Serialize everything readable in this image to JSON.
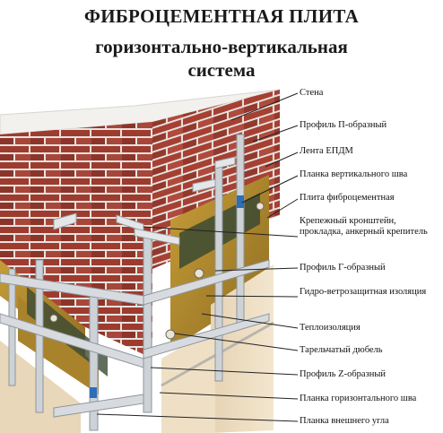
{
  "title": {
    "line1": "ФИБРОЦЕМЕНТНАЯ ПЛИТА",
    "line2": "горизонтально-вертикальная",
    "line3": "система"
  },
  "labels": [
    {
      "id": "wall",
      "text": "Стена"
    },
    {
      "id": "profile-p",
      "text": "Профиль П-образный"
    },
    {
      "id": "epdm-tape",
      "text": "Лента ЕПДМ"
    },
    {
      "id": "vertical-seam-strip",
      "text": "Планка вертикального шва"
    },
    {
      "id": "fiber-cement-panel",
      "text": "Плита фиброцементная"
    },
    {
      "id": "bracket",
      "text": "Крепежный кронштейн, прокладка, анкерный крепитель"
    },
    {
      "id": "profile-g",
      "text": "Профиль Г-образный"
    },
    {
      "id": "membrane",
      "text": "Гидро-ветрозащитная изоляция"
    },
    {
      "id": "insulation",
      "text": "Теплоизоляция"
    },
    {
      "id": "dowel",
      "text": "Тарельчатый дюбель"
    },
    {
      "id": "profile-z",
      "text": "Профиль Z-образный"
    },
    {
      "id": "horizontal-seam-strip",
      "text": "Планка горизонтального шва"
    },
    {
      "id": "outer-corner-strip",
      "text": "Планка внешнего угла"
    }
  ],
  "colors": {
    "brick": "#9e3b2f",
    "mortar": "#e6e3de",
    "insulation": "#b5902e",
    "metal": "#c9ced3",
    "panel": "#ecdcc0",
    "leader": "#222222"
  }
}
